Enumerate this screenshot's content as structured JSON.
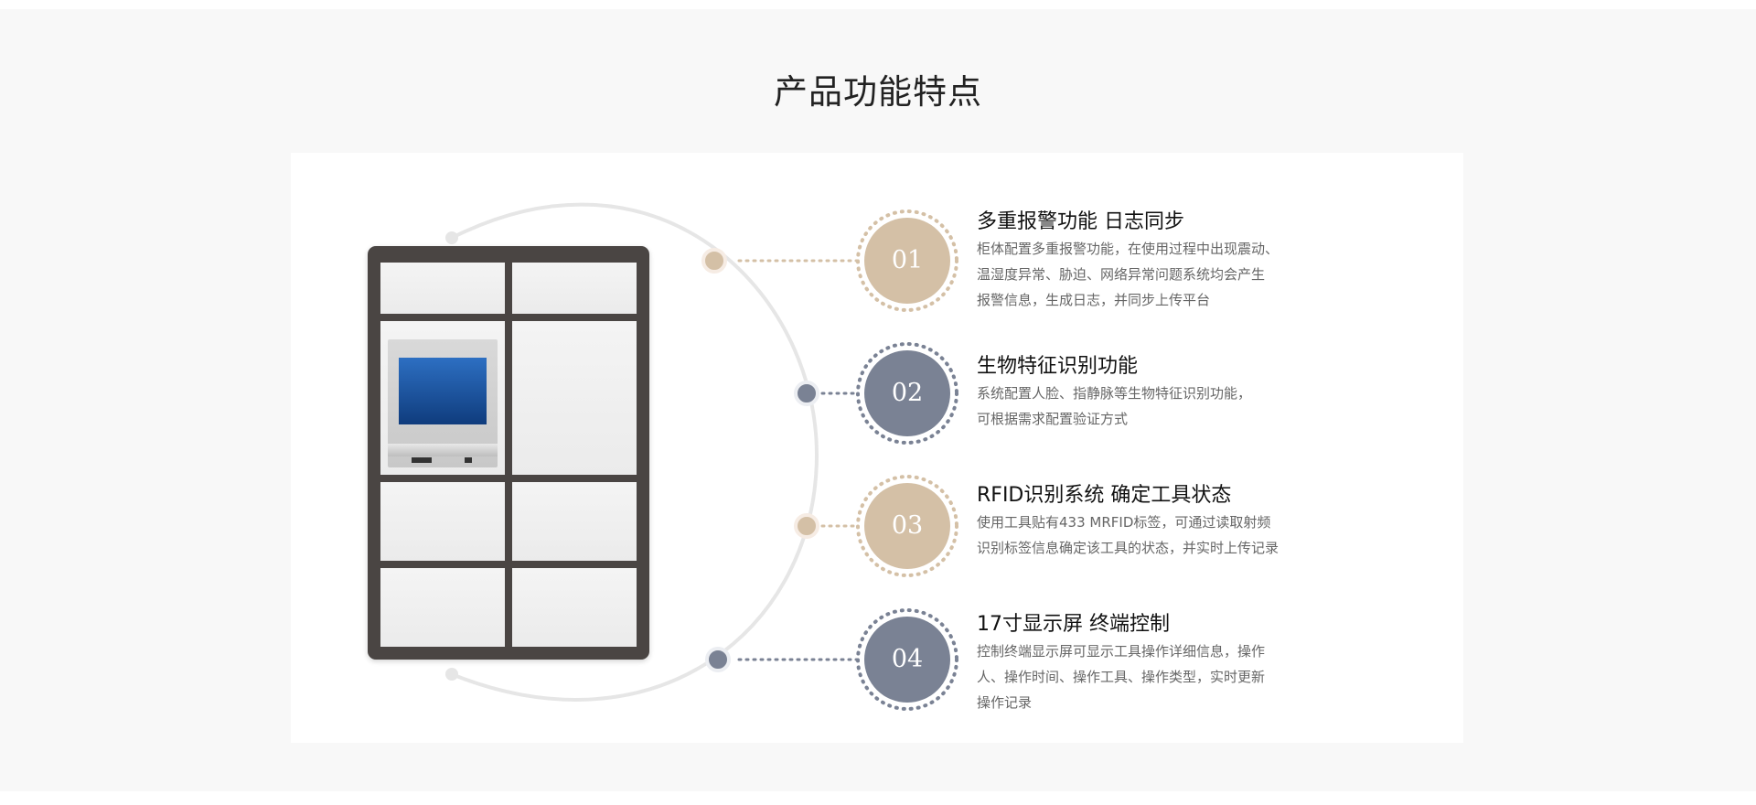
{
  "page": {
    "title": "产品功能特点"
  },
  "features": [
    {
      "number": "01",
      "title": "多重报警功能 日志同步",
      "desc_lines": [
        "柜体配置多重报警功能，在使用过程中出现震动、",
        "温湿度异常、胁迫、网络异常问题系统均会产生",
        "报警信息，生成日志，并同步上传平台"
      ],
      "color": "#d4c0a6"
    },
    {
      "number": "02",
      "title": "生物特征识别功能",
      "desc_lines": [
        "系统配置人脸、指静脉等生物特征识别功能，",
        "可根据需求配置验证方式"
      ],
      "color": "#7a8294"
    },
    {
      "number": "03",
      "title": "RFID识别系统 确定工具状态",
      "desc_lines": [
        "使用工具贴有433 MRFID标签，可通过读取射频",
        "识别标签信息确定该工具的状态，并实时上传记录"
      ],
      "color": "#d4c0a6"
    },
    {
      "number": "04",
      "title": "17寸显示屏 终端控制",
      "desc_lines": [
        "控制终端显示屏可显示工具操作详细信息，操作",
        "人、操作时间、操作工具、操作类型，实时更新",
        "操作记录"
      ],
      "color": "#7a8294"
    }
  ],
  "colors": {
    "background": "#f8f8f8",
    "card": "#ffffff",
    "beige": "#d4c0a6",
    "slate": "#7a8294",
    "cabinet_frame": "#4a4543",
    "screen_blue": "#1d4f9c"
  }
}
